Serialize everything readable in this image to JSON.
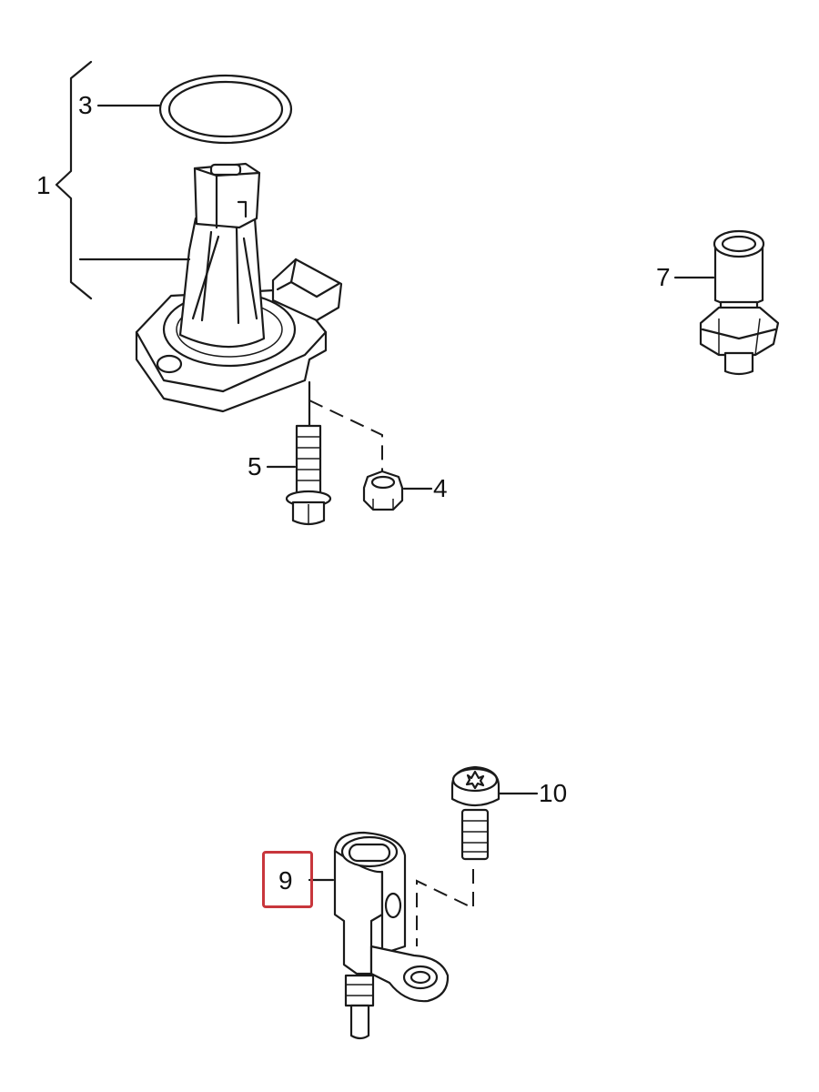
{
  "callouts": [
    {
      "id": "1",
      "text": "1"
    },
    {
      "id": "3",
      "text": "3"
    },
    {
      "id": "4",
      "text": "4"
    },
    {
      "id": "5",
      "text": "5"
    },
    {
      "id": "7",
      "text": "7"
    },
    {
      "id": "9",
      "text": "9",
      "highlighted": true
    },
    {
      "id": "10",
      "text": "10"
    }
  ],
  "colors": {
    "line": "#1a1a1a",
    "highlight": "#c8363c",
    "background": "#ffffff"
  }
}
